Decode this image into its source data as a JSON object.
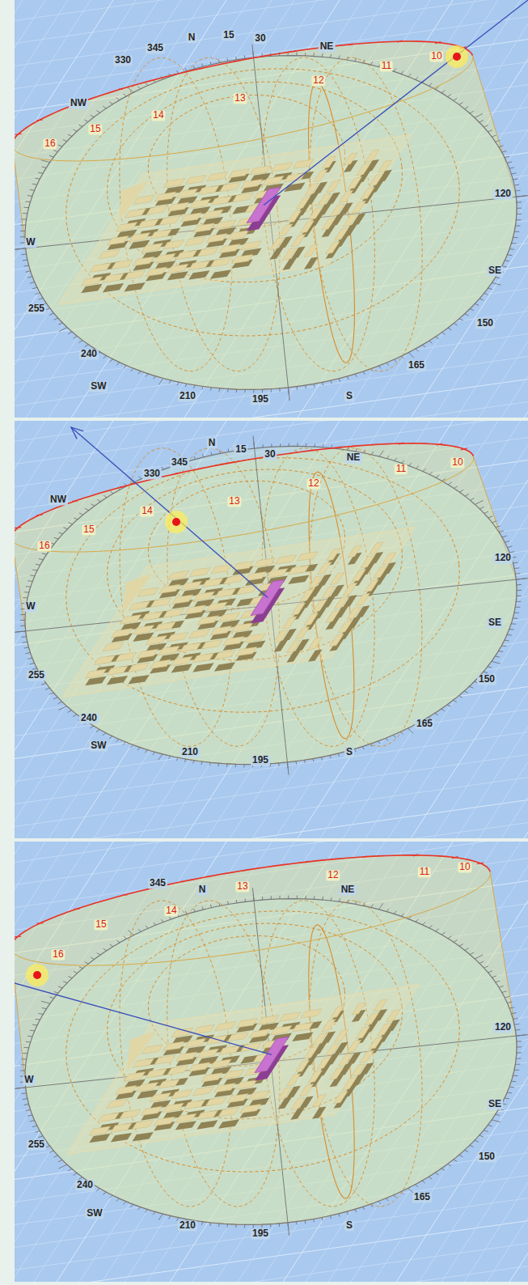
{
  "diagram": {
    "labels": [
      "N",
      "15",
      "30",
      "NE",
      "345",
      "330",
      "NW",
      "W",
      "255",
      "240",
      "SW",
      "210",
      "195",
      "S",
      "165",
      "150",
      "SE",
      "120",
      "16",
      "15",
      "14",
      "13",
      "12",
      "11",
      "10",
      "N",
      "15",
      "30",
      "NE",
      "345",
      "330",
      "NW",
      "W",
      "255",
      "240",
      "SW",
      "210",
      "195",
      "S",
      "165",
      "150",
      "SE",
      "120",
      "16",
      "15",
      "14",
      "13",
      "12",
      "11",
      "10",
      "N",
      "NE",
      "345",
      "W",
      "255",
      "240",
      "SW",
      "210",
      "195",
      "S",
      "165",
      "150",
      "SE",
      "120",
      "16",
      "15",
      "14",
      "13",
      "12",
      "11",
      "10"
    ]
  }
}
